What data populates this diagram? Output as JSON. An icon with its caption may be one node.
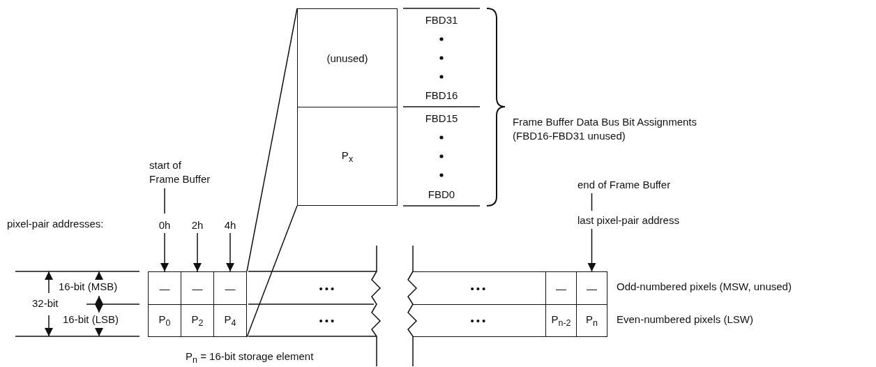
{
  "diagram": {
    "nodes": [
      {
        "text": [
          "(unused)"
        ]
      },
      {
        "text": [
          "P$_{x}$"
        ]
      },
      {
        "text": [
          "FBD31",
          "FBD16"
        ]
      },
      {
        "text": [
          "FBD15",
          "FBD0"
        ]
      },
      {
        "text": [
          "—"
        ]
      },
      {
        "text": [
          "—"
        ]
      },
      {
        "text": [
          "—"
        ]
      },
      {
        "text": [
          "•••"
        ]
      },
      {
        "text": [
          "•••"
        ]
      },
      {
        "text": [
          "—"
        ]
      },
      {
        "text": [
          "—"
        ]
      },
      {
        "text": [
          "P$_{0}$"
        ]
      },
      {
        "text": [
          "P$_{2}$"
        ]
      },
      {
        "text": [
          "P$_{4}$"
        ]
      },
      {
        "text": [
          "•••"
        ]
      },
      {
        "text": [
          "•••"
        ]
      },
      {
        "text": [
          "P$_{n-2}$"
        ]
      },
      {
        "text": [
          "P$_{n}$"
        ]
      },
      {
        "text": [
          "start of Frame Buffer"
        ]
      },
      {
        "text": [
          "0h"
        ]
      },
      {
        "text": [
          "2h"
        ]
      },
      {
        "text": [
          "4h"
        ]
      },
      {
        "text": [
          "end of Frame Buffer"
        ]
      },
      {
        "text": [
          "last pixel-pair address"
        ]
      }
    ],
    "edges": [
      {
        "from": 18,
        "to": 19,
        "arrow": "none"
      },
      {
        "from": 19,
        "to": 4,
        "arrow": "to"
      },
      {
        "from": 20,
        "to": 5,
        "arrow": "to"
      },
      {
        "from": 21,
        "to": 6,
        "arrow": "to"
      },
      {
        "from": 22,
        "to": 23,
        "arrow": "none"
      },
      {
        "from": 23,
        "to": 10,
        "arrow": "to"
      },
      {
        "from": 6,
        "to": 0,
        "arrow": "none"
      },
      {
        "from": 13,
        "to": 1,
        "arrow": "none"
      }
    ],
    "labels": [
      "Frame Buffer Data Bus Bit Assignments",
      "(FBD16-FBD31 unused)",
      "pixel-pair addresses:",
      "16-bit (MSB)",
      "32-bit",
      "16-bit (LSB)",
      "Odd-numbered pixels (MSW, unused)",
      "Even-numbered pixels (LSW)",
      "P$_{n}$ = 16-bit storage element"
    ]
  }
}
